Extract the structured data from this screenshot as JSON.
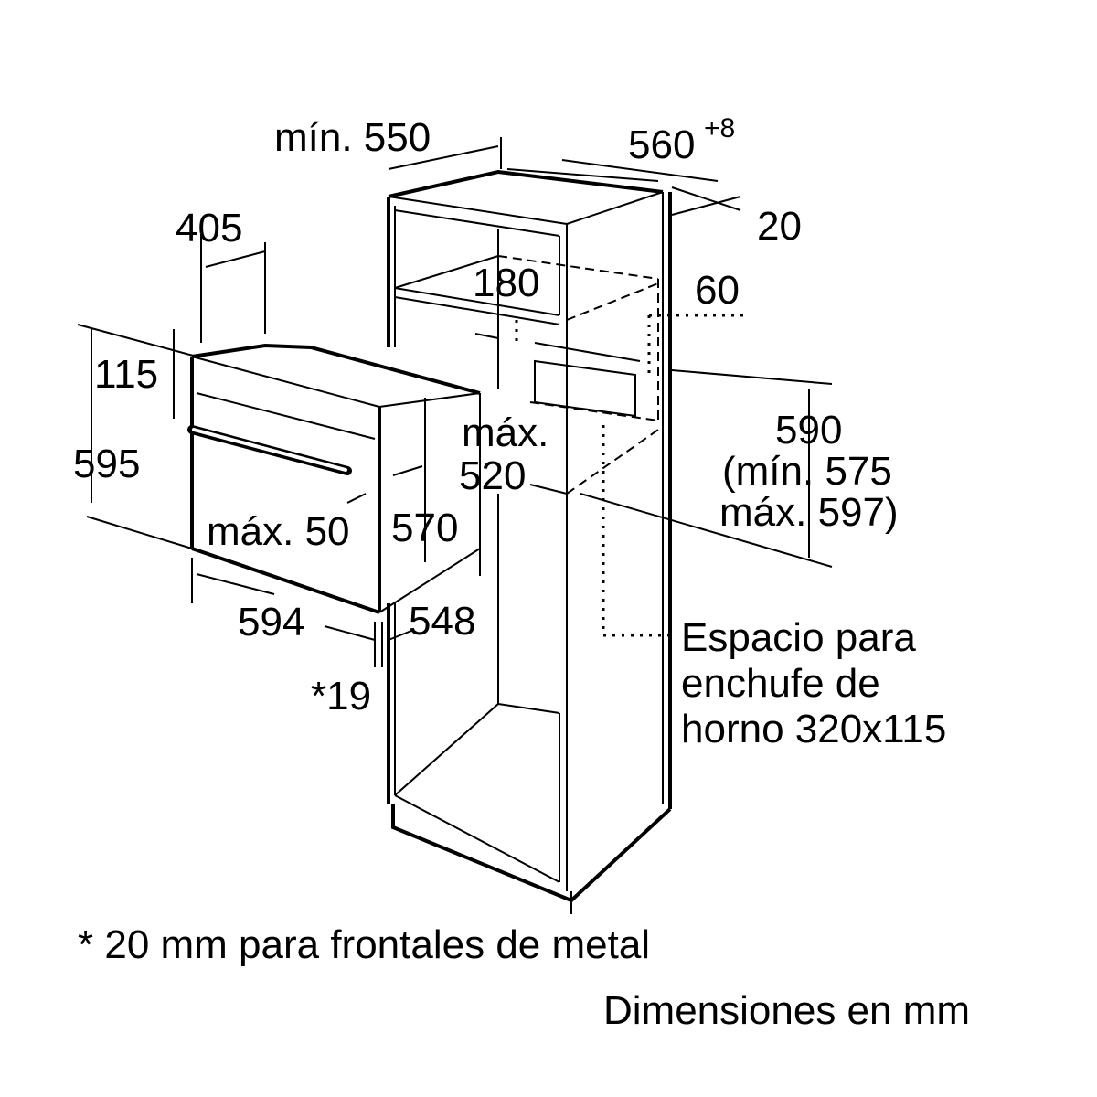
{
  "dimensions": {
    "min_550": "mín. 550",
    "w_560": "560",
    "w_560_tol": "+8",
    "d_20": "20",
    "d_405": "405",
    "d_180": "180",
    "d_60": "60",
    "d_115": "115",
    "d_595": "595",
    "max_label": "máx.",
    "d_520": "520",
    "d_590": "590",
    "min_575": "(mín. 575",
    "max_597": "máx. 597)",
    "max_50": "máx. 50",
    "d_570": "570",
    "d_594": "594",
    "d_548": "548",
    "d_19": "*19"
  },
  "socket_note": {
    "line1": "Espacio para",
    "line2": "enchufe de",
    "line3": "horno 320x115"
  },
  "footnote": "* 20 mm para frontales de metal",
  "units_note": "Dimensiones en mm"
}
